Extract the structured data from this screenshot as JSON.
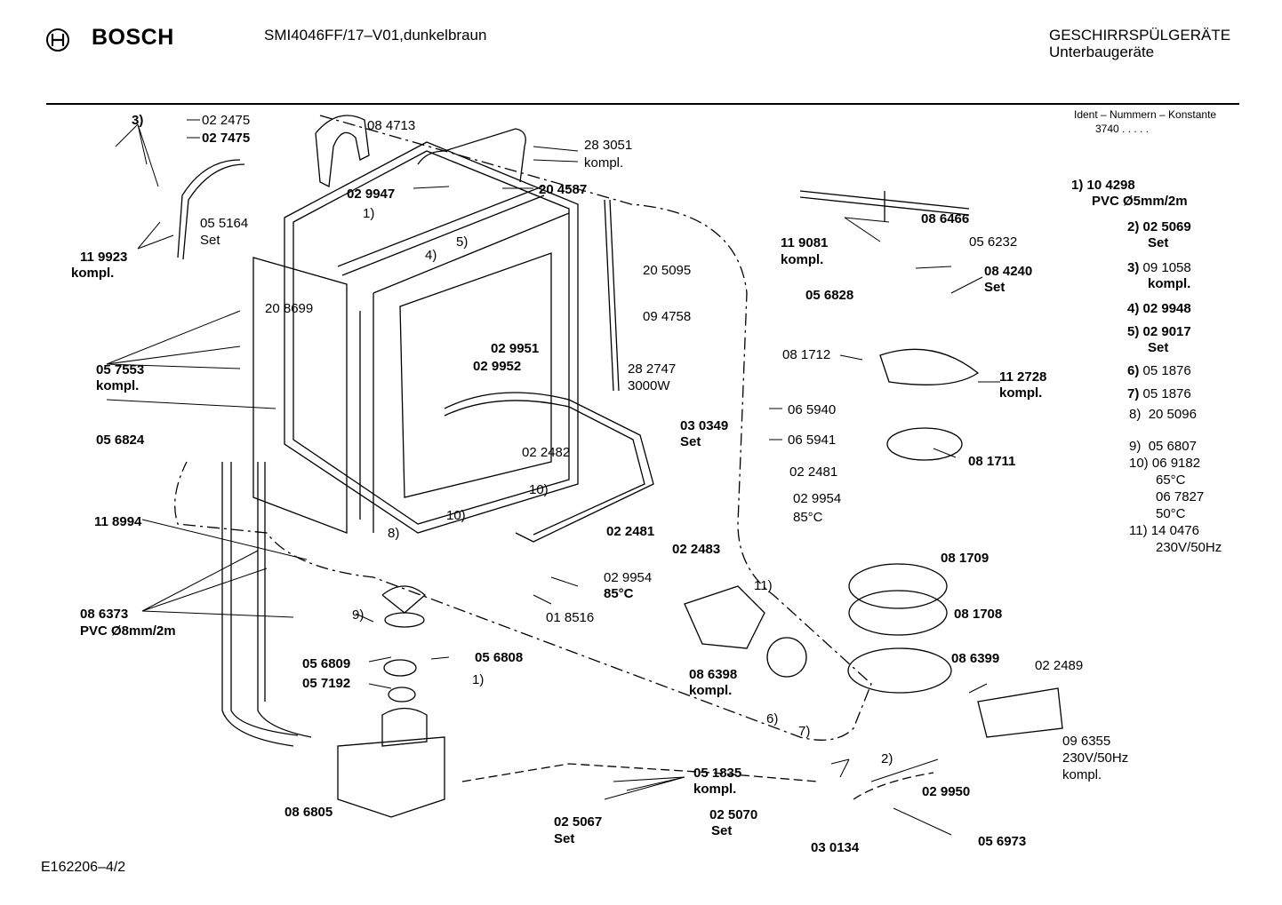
{
  "header": {
    "brand": "BOSCH",
    "model": "SMI4046FF/17–V01,dunkelbraun",
    "category_line1": "GESCHIRRSPÜLGERÄTE",
    "category_line2": "Unterbaugeräte",
    "ident_title": "Ident – Nummern – Konstante",
    "ident_value": "3740  .  .  .  .  ."
  },
  "legend": [
    {
      "num": "1)",
      "line1": "10 4298",
      "line2": "PVC Ø5mm/2m",
      "bold": true
    },
    {
      "num": "2)",
      "line1": "02 5069",
      "line2": "Set",
      "bold": true
    },
    {
      "num": "3)",
      "line1": "09 1058",
      "line2": "kompl.",
      "bold": false
    },
    {
      "num": "4)",
      "line1": "02 9948",
      "line2": "",
      "bold": true
    },
    {
      "num": "5)",
      "line1": "02 9017",
      "line2": "Set",
      "bold": true
    },
    {
      "num": "6)",
      "line1": "05 1876",
      "line2": "",
      "bold": false
    },
    {
      "num": "7)",
      "line1": "05 1876",
      "line2": "",
      "bold": false
    },
    {
      "num": "8)",
      "line1": "20 5096",
      "line2": "",
      "bold": false
    },
    {
      "num": "9)",
      "line1": "05 6807",
      "line2": "",
      "bold": false
    },
    {
      "num": "10)",
      "line1": "06 9182",
      "line2": "65°C",
      "line3": "06 7827",
      "line4": "50°C",
      "bold": false
    },
    {
      "num": "11)",
      "line1": "14 0476",
      "line2": "230V/50Hz",
      "bold": false
    }
  ],
  "labels": {
    "l_3": "3)",
    "l_022475": "02 2475",
    "l_027475": "02 7475",
    "l_119923": "11 9923",
    "l_kompl_a": "kompl.",
    "l_055164": "05 5164",
    "l_set_a": "Set",
    "l_084713": "08 4713",
    "l_283051": "28 3051",
    "l_kompl_b": "kompl.",
    "l_029947": "02 9947",
    "l_204587": "20 4587",
    "l_1a": "1)",
    "l_4": "4)",
    "l_5": "5)",
    "l_205095": "20 5095",
    "l_094758": "09 4758",
    "l_208699": "20 8699",
    "l_057553": "05 7553",
    "l_kompl_c": "kompl.",
    "l_029951": "02 9951",
    "l_029952": "02 9952",
    "l_282747": "28 2747",
    "l_3000w": "3000W",
    "l_056824": "05 6824",
    "l_022482": "02 2482",
    "l_10a": "10)",
    "l_10b": "10)",
    "l_8": "8)",
    "l_118994": "11 8994",
    "l_022481a": "02 2481",
    "l_029954a": "02 9954",
    "l_85c_a": "85°C",
    "l_018516": "01 8516",
    "l_086373": "08 6373",
    "l_pvc8": "PVC Ø8mm/2m",
    "l_9": "9)",
    "l_056809": "05 6809",
    "l_056808": "05 6808",
    "l_057192": "05 7192",
    "l_1b": "1)",
    "l_086805": "08 6805",
    "l_051835": "05 1835",
    "l_kompl_d": "kompl.",
    "l_025067": "02 5067",
    "l_set_b": "Set",
    "l_025070": "02 5070",
    "l_set_c": "Set",
    "l_030349": "03 0349",
    "l_set_d": "Set",
    "l_022483": "02 2483",
    "l_11": "11)",
    "l_086398": "08 6398",
    "l_kompl_e": "kompl.",
    "l_6": "6)",
    "l_7": "7)",
    "l_2": "2)",
    "l_030134": "03 0134",
    "l_029950": "02 9950",
    "l_056973": "05 6973",
    "l_081709": "08 1709",
    "l_081708": "08 1708",
    "l_086399": "08 6399",
    "l_022489": "02 2489",
    "l_096355": "09 6355",
    "l_230v": "230V/50Hz",
    "l_kompl_f": "kompl.",
    "l_086466": "08 6466",
    "l_119081": "11 9081",
    "l_kompl_g": "kompl.",
    "l_056232": "05 6232",
    "l_084240": "08 4240",
    "l_set_e": "Set",
    "l_056828": "05 6828",
    "l_081712": "08 1712",
    "l_112728": "11 2728",
    "l_kompl_h": "kompl.",
    "l_065940": "06 5940",
    "l_065941": "06 5941",
    "l_022481b": "02 2481",
    "l_029954b": "02 9954",
    "l_85c_b": "85°C",
    "l_081711": "08 1711"
  },
  "footer": {
    "code": "E162206–4/2"
  }
}
